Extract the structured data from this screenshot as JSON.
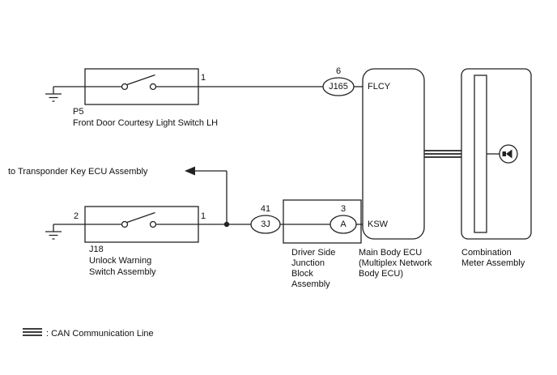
{
  "courtesy_switch": {
    "pin_right": "1",
    "code": "P5",
    "name": "Front Door Courtesy Light Switch LH",
    "connector_pin": "6",
    "connector": "J165",
    "ecu_terminal": "FLCY"
  },
  "unlock_switch": {
    "pin_left": "2",
    "pin_right": "1",
    "code": "J18",
    "name_line1": "Unlock Warning",
    "name_line2": "Switch Assembly",
    "branch_note": "to Transponder Key ECU Assembly",
    "junction_pin": "41",
    "junction_connector": "3J",
    "connector_pin": "3",
    "connector": "A",
    "ecu_terminal": "KSW"
  },
  "junction_block": {
    "name_line1": "Driver Side",
    "name_line2": "Junction",
    "name_line3": "Block",
    "name_line4": "Assembly"
  },
  "main_body_ecu": {
    "name_line1": "Main Body ECU",
    "name_line2": "(Multiplex Network",
    "name_line3": "Body ECU)"
  },
  "combination_meter": {
    "name_line1": "Combination",
    "name_line2": "Meter Assembly"
  },
  "legend": {
    "can_label": ": CAN Communication Line"
  },
  "colors": {
    "line": "#222222",
    "background": "#ffffff",
    "text": "#111111"
  }
}
